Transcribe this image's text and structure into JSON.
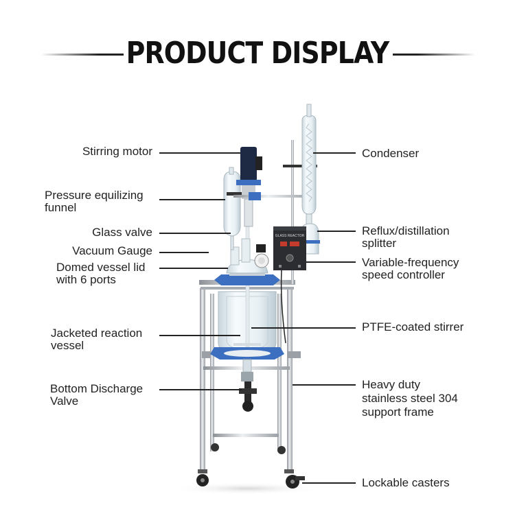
{
  "header": {
    "title": "PRODUCT DISPLAY"
  },
  "labels_left": [
    {
      "key": "stirring_motor",
      "lines": [
        "Stirring motor"
      ]
    },
    {
      "key": "funnel",
      "lines": [
        "Pressure equilizing",
        "funnel"
      ]
    },
    {
      "key": "glass_valve",
      "lines": [
        "Glass valve"
      ]
    },
    {
      "key": "vacuum_gauge",
      "lines": [
        "Vacuum Gauge"
      ]
    },
    {
      "key": "lid",
      "lines": [
        "Domed vessel lid",
        "with 6 ports"
      ]
    },
    {
      "key": "vessel",
      "lines": [
        "Jacketed reaction",
        "vessel"
      ]
    },
    {
      "key": "discharge",
      "lines": [
        "Bottom Discharge",
        "Valve"
      ]
    }
  ],
  "labels_right": [
    {
      "key": "condenser",
      "lines": [
        "Condenser"
      ]
    },
    {
      "key": "splitter",
      "lines": [
        "Reflux/distillation",
        "splitter"
      ]
    },
    {
      "key": "controller",
      "lines": [
        "Variable-frequency",
        "speed controller"
      ]
    },
    {
      "key": "stirrer",
      "lines": [
        "PTFE-coated stirrer"
      ]
    },
    {
      "key": "frame",
      "lines": [
        "Heavy duty",
        "stainless steel 304",
        "support frame"
      ]
    },
    {
      "key": "casters",
      "lines": [
        "Lockable casters"
      ]
    }
  ],
  "controller_box_text": "GLASS REACTOR",
  "colors": {
    "frame": "#b9bdc2",
    "blue": "#3d6fc0",
    "motor": "#1e2a44",
    "glass": "#dfe9ef",
    "text": "#222222"
  }
}
